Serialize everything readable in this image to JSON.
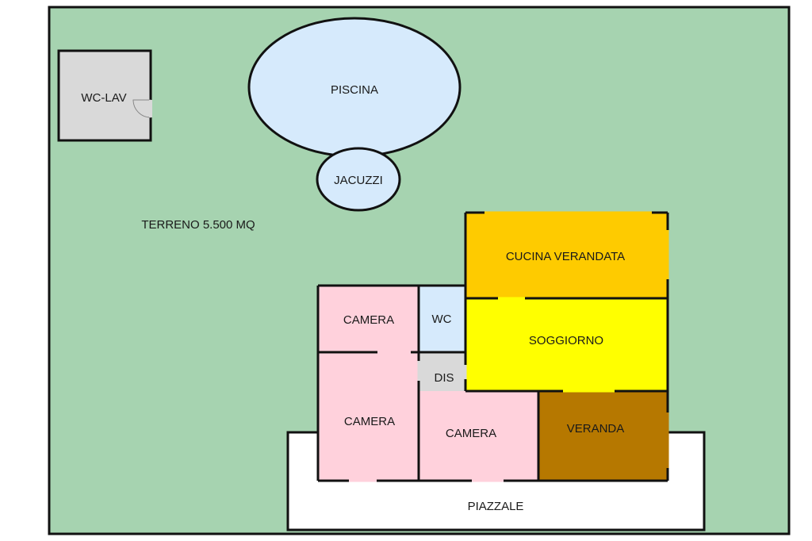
{
  "plan": {
    "land": {
      "label": "TERRENO 5.500 MQ",
      "color": "#a6d3b0"
    },
    "outbuilding": {
      "label": "WC-LAV",
      "color": "#d9d9d9"
    },
    "pool": {
      "label": "PISCINA",
      "color": "#d6eafc"
    },
    "jacuzzi": {
      "label": "JACUZZI",
      "color": "#d6eafc"
    },
    "rooms": {
      "cucina": {
        "label": "CUCINA VERANDATA",
        "color": "#fecb00"
      },
      "soggiorno": {
        "label": "SOGGIORNO",
        "color": "#ffff00"
      },
      "camera1": {
        "label": "CAMERA",
        "color": "#ffd1dc"
      },
      "wc": {
        "label": "WC",
        "color": "#d6eafc"
      },
      "dis": {
        "label": "DIS",
        "color": "#d9d9d9"
      },
      "camera2": {
        "label": "CAMERA",
        "color": "#ffd1dc"
      },
      "camera3": {
        "label": "CAMERA",
        "color": "#ffd1dc"
      },
      "veranda": {
        "label": "VERANDA",
        "color": "#b67800"
      }
    },
    "yard": {
      "label": "PIAZZALE",
      "color": "#ffffff"
    }
  }
}
